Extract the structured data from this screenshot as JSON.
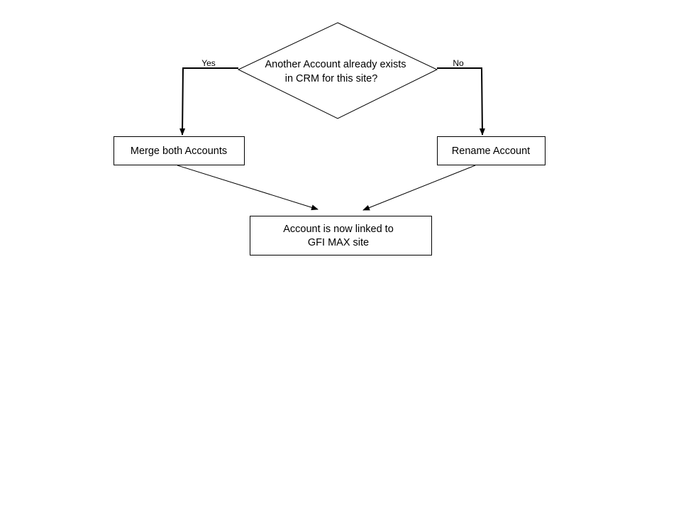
{
  "diagram": {
    "decision": {
      "line1": "Another Account already exists",
      "line2": "in CRM for this site?"
    },
    "yes_label": "Yes",
    "no_label": "No",
    "merge_box": {
      "label": "Merge both Accounts"
    },
    "rename_box": {
      "label": "Rename Account"
    },
    "result_box": {
      "line1": "Account is now linked to",
      "line2": "GFI MAX site"
    }
  },
  "colors": {
    "stroke": "#000000",
    "background": "#ffffff"
  }
}
